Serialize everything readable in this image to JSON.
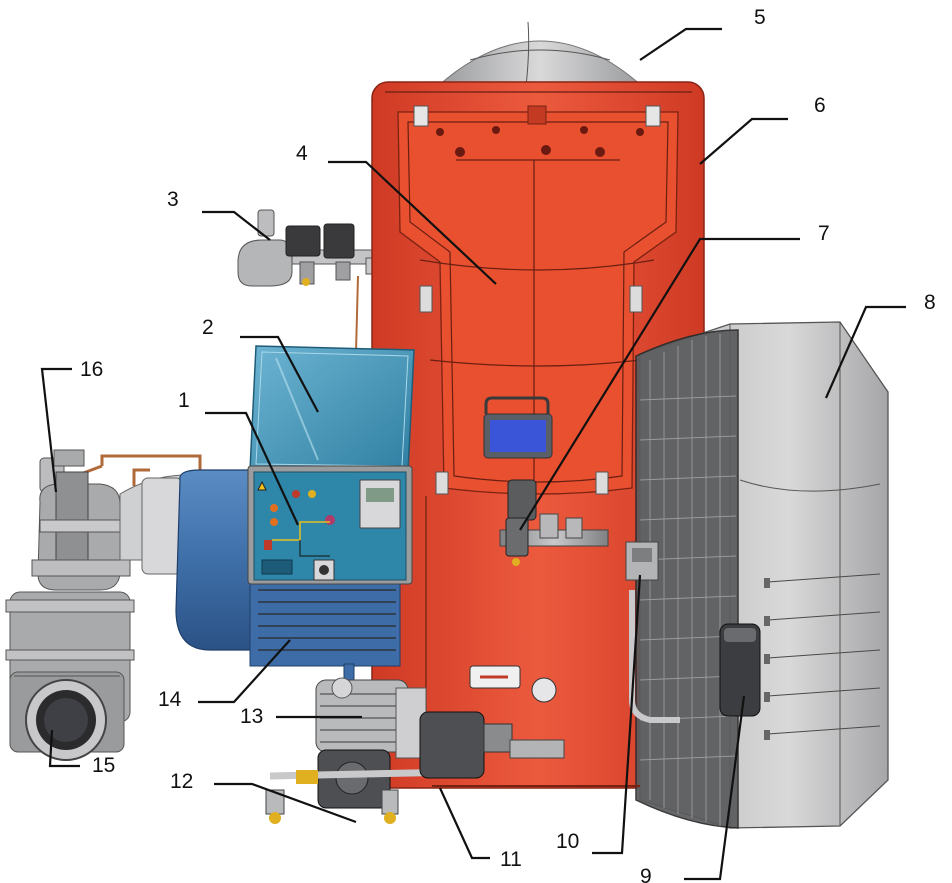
{
  "colors": {
    "housing": "#e1452d",
    "housing_dark": "#b93521",
    "panel": "#3d93b5",
    "cabinet": "#2f7fa2",
    "motor": "#3f6fa8",
    "fan_cover": "#c8c8c8",
    "grey": "#a9aaac",
    "display": "#3a55d8"
  },
  "callouts": [
    {
      "label": "1",
      "target": "control-panel"
    },
    {
      "label": "2",
      "target": "panel-cover"
    },
    {
      "label": "3",
      "target": "pressure-switch-assembly"
    },
    {
      "label": "4",
      "target": "burner-housing"
    },
    {
      "label": "5",
      "target": "blast-tube"
    },
    {
      "label": "6",
      "target": "mounting-flange"
    },
    {
      "label": "7",
      "target": "valve-unit"
    },
    {
      "label": "8",
      "target": "air-intake-silencer"
    },
    {
      "label": "9",
      "target": "air-damper-actuator"
    },
    {
      "label": "10",
      "target": "junction-box"
    },
    {
      "label": "11",
      "target": "base-frame"
    },
    {
      "label": "12",
      "target": "oil-pump"
    },
    {
      "label": "13",
      "target": "pump-motor"
    },
    {
      "label": "14",
      "target": "fan-motor"
    },
    {
      "label": "15",
      "target": "gas-inlet-flange"
    },
    {
      "label": "16",
      "target": "gas-valve-train"
    }
  ]
}
